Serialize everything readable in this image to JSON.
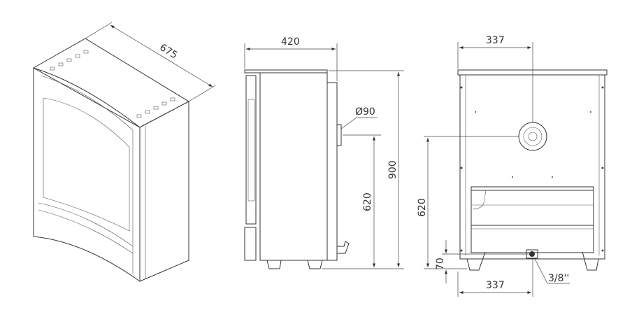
{
  "isometric_view": {
    "depth_label": "675"
  },
  "side_view": {
    "width_label": "420",
    "flue_diameter_label": "Ø90",
    "flue_height_label": "620",
    "total_height_label": "900"
  },
  "rear_view": {
    "top_offset_label": "337",
    "flue_height_label": "620",
    "gas_height_label": "70",
    "bottom_offset_label": "337",
    "gas_connection_label": "3/8''"
  }
}
